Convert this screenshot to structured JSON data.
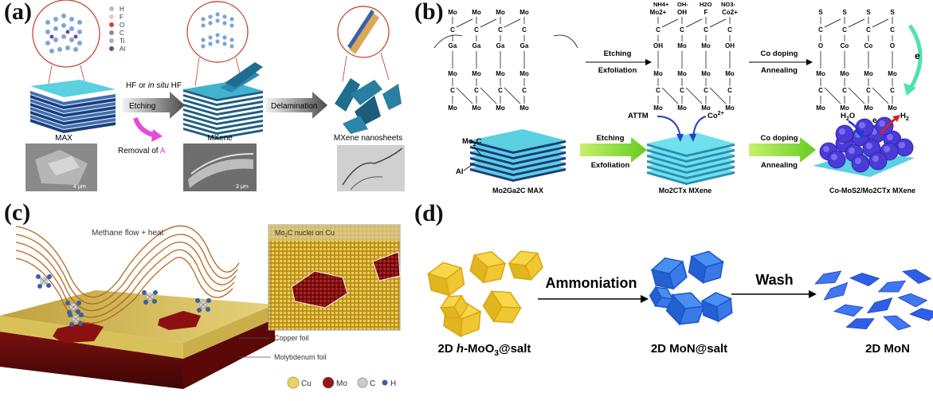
{
  "panel_a": {
    "label": "(a)",
    "legend": [
      "H",
      "F",
      "O",
      "C",
      "Ti",
      "Al"
    ],
    "legend_colors": [
      "#bdbdbd",
      "#f2c2cf",
      "#e03a3a",
      "#8c8c8c",
      "#9fb0d0",
      "#7a3fa0"
    ],
    "arrow1_line1": "HF or ",
    "arrow1_line1_italic": "in situ",
    "arrow1_line1_end": " HF",
    "arrow1_label": "Etching",
    "removal_text": "Removal of ",
    "removal_element": "A",
    "arrow2_label": "Delamination",
    "caption_max": "MAX",
    "caption_mxene": "MXene",
    "caption_nanosheets": "MXene nanosheets",
    "scale1": "4 μm",
    "scale2": "3 μm"
  },
  "panel_b": {
    "label": "(b)",
    "step1_top": "Etching",
    "step1_bottom": "Exfoliation",
    "step2_top": "Co doping",
    "step2_bottom": "Annealing",
    "mo2c_label": "Mo",
    "mo2c_sub": "2",
    "mo2c_end": "C",
    "al_label": "Al",
    "attm_label": "ATTM",
    "co_label": "Co",
    "co_sup": "2+",
    "h2o_label": "H",
    "h2o_sub": "2",
    "h2o_end": "O",
    "e_label": "e",
    "h2_label": "H",
    "h2_sub": "2",
    "caption1": "Mo2Ga2C MAX",
    "caption2": "Mo2CTx  MXene",
    "caption3": "Co-MoS2/Mo2CTx  MXene",
    "schem_mo": "Mo",
    "schem_c": "C",
    "schem_ga": "Ga",
    "schem_oh": "OH",
    "schem_f": "F",
    "schem_o": "O",
    "schem_s": "S",
    "schem_co": "Co",
    "schem_nh4": "NH4+",
    "schem_ohm": "OH-",
    "schem_h2o": "H2O",
    "schem_no3": "NO3-",
    "schem_mo2p": "Mo2+",
    "schem_co2p": "Co2+",
    "schem_e": "e"
  },
  "panel_c": {
    "label": "(c)",
    "flow_label": "Methane flow + heat",
    "inset_label": "Mo2C nuclei on Cu",
    "copper_label": "Copper foil",
    "moly_label": "Molybdenum foil",
    "legend": [
      {
        "sym": "Cu",
        "name": "Cu",
        "color": "#e8d36a"
      },
      {
        "sym": "Mo",
        "name": "Mo",
        "color": "#8b1a1a"
      },
      {
        "sym": "C",
        "name": "C",
        "color": "#cccccc"
      },
      {
        "sym": "H",
        "name": "H",
        "color": "#3a5fa8"
      }
    ]
  },
  "panel_d": {
    "label": "(d)",
    "arrow1": "Ammoniation",
    "arrow2": "Wash",
    "caption1_pre": "2D ",
    "caption1_italic": "h",
    "caption1_mid": "-MoO",
    "caption1_sub": "3",
    "caption1_end": "@salt",
    "caption2": "2D MoN@salt",
    "caption3": "2D MoN"
  }
}
